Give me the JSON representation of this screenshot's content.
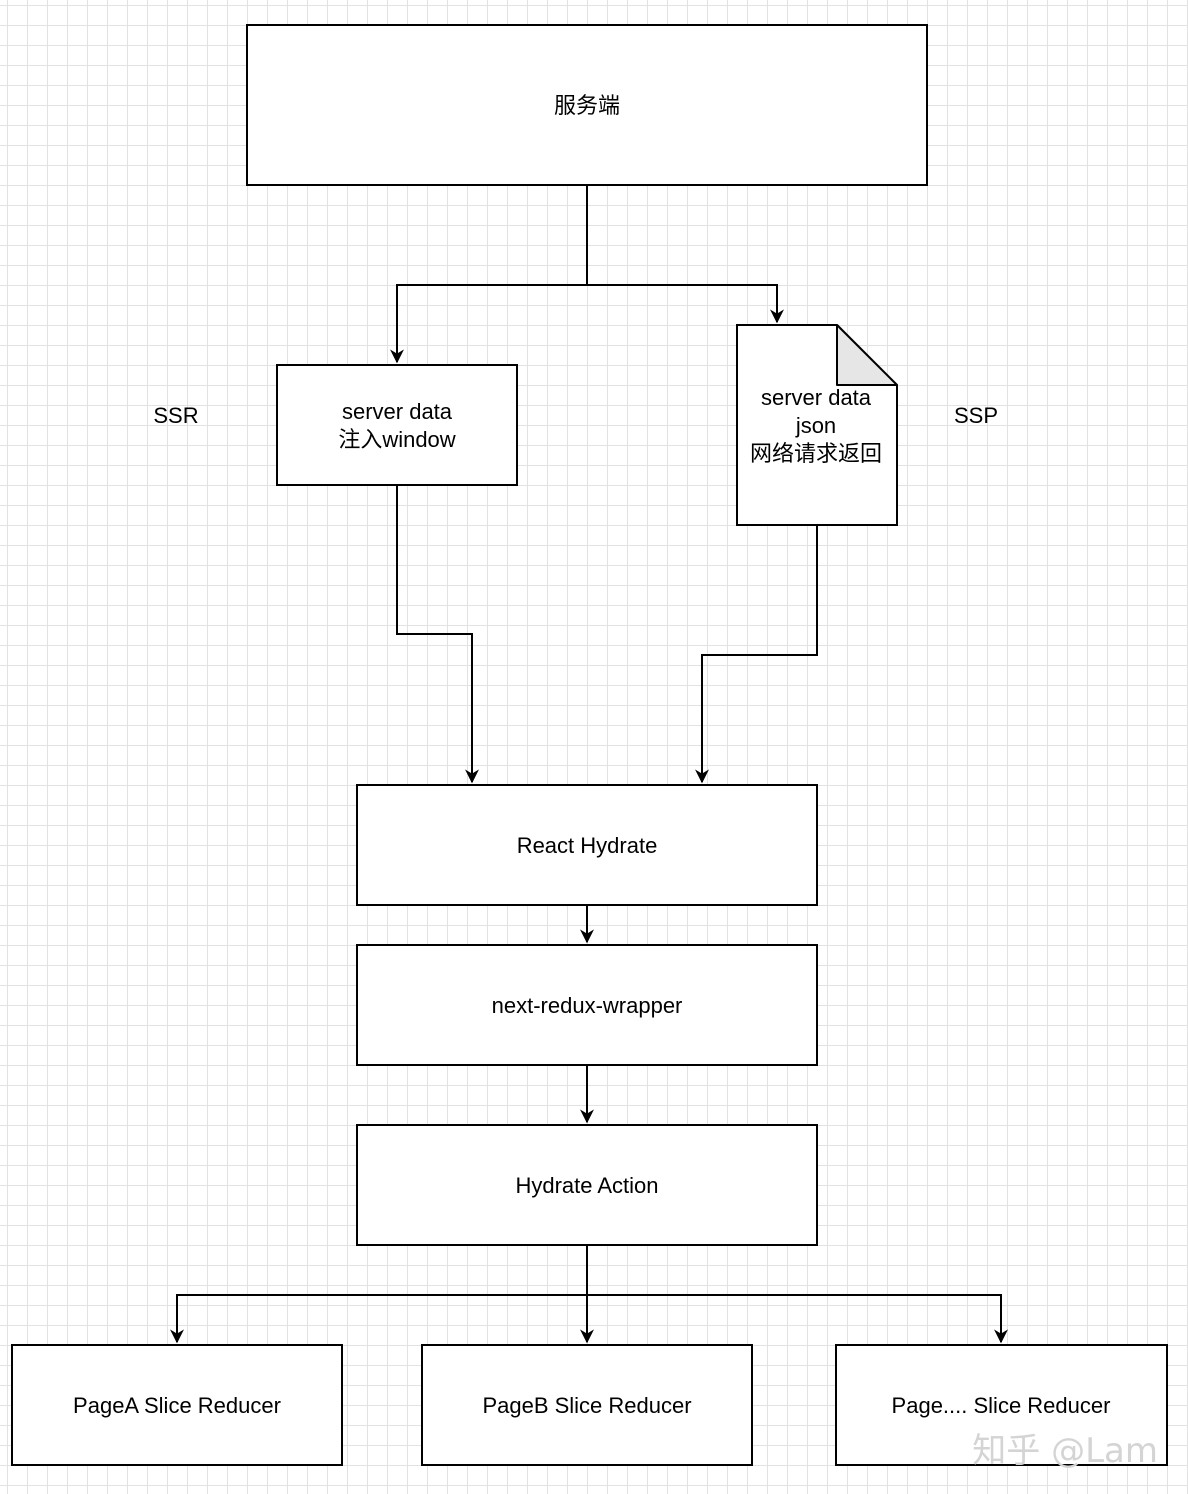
{
  "nodes": {
    "server": {
      "label": "服务端"
    },
    "ssr_data": {
      "lines": [
        "server data",
        "注入window"
      ]
    },
    "ssp_data": {
      "lines": [
        "server data",
        "json",
        "网络请求返回"
      ]
    },
    "react_hydrate": {
      "label": "React Hydrate"
    },
    "wrapper": {
      "label": "next-redux-wrapper"
    },
    "hydrate_action": {
      "label": "Hydrate Action"
    },
    "page_a": {
      "label": "PageA Slice Reducer"
    },
    "page_b": {
      "label": "PageB Slice Reducer"
    },
    "page_n": {
      "label": "Page.... Slice Reducer"
    }
  },
  "side_labels": {
    "ssr": "SSR",
    "ssp": "SSP"
  },
  "watermark": "知乎 @Lam",
  "colors": {
    "stroke": "#000000",
    "grid": "#e2e2e2",
    "fold": "#e6e6e6"
  }
}
